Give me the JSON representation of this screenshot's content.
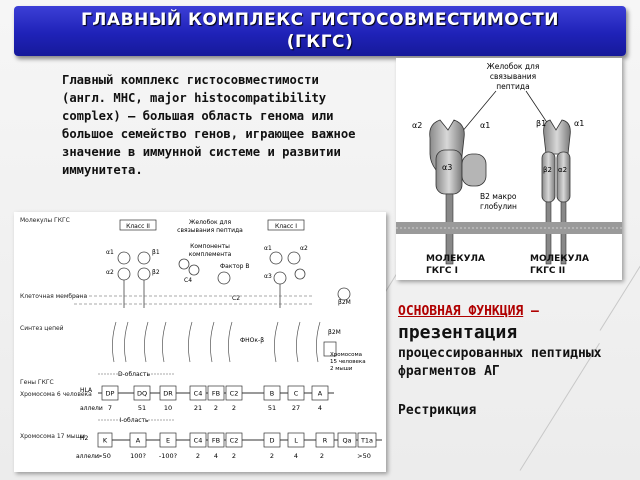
{
  "title": {
    "line1": "ГЛАВНЫЙ КОМПЛЕКС ГИСТОСОВМЕСТИМОСТИ",
    "line2": "(ГКГС)"
  },
  "intro": "Главный комплекс гистосовместимости (англ. MHC, major histocompatibility complex) — большая область генома или большое семейство генов, играющее важное значение в иммунной системе и развитии иммунитета.",
  "mhc_figure": {
    "groove_label_1": "Желобок для",
    "groove_label_2": "связывания",
    "groove_label_3": "пептида",
    "a2": "α2",
    "a1": "α1",
    "a3": "α3",
    "b1": "β1",
    "b2": "β2",
    "b2m_1": "B2 макро",
    "b2m_2": "глобулин",
    "class1_1": "МОЛЕКУЛА",
    "class1_2": "ГКГС I",
    "class2_1": "МОЛЕКУЛА",
    "class2_2": "ГКГС II"
  },
  "genome_figure": {
    "left_labels": {
      "mhc_molecules": "Молекулы ГКГС",
      "cell_membrane": "Клеточная мембрана",
      "chain_synthesis": "Синтез цепей",
      "mhc_genes": "Гены ГКГС",
      "chr6": "Хромосома 6 человека",
      "chr17": "Хромосома 17 мыши"
    },
    "class2": "Класс II",
    "class1": "Класс I",
    "groove_1": "Желобок для",
    "groove_2": "связывания пептида",
    "complement_1": "Компоненты",
    "complement_2": "комплемента",
    "factor_b": "Фактор В",
    "c4": "C4",
    "c2": "C2",
    "tnf": "ФНОк-β",
    "b2m": "β2M",
    "b2m_note_1": "Хромосома",
    "b2m_note_2": "15 человека",
    "b2m_note_3": "2 мыши",
    "a1": "α1",
    "b1": "β1",
    "a2": "α2",
    "b2": "β2",
    "a3": "α3",
    "a1c": "α1",
    "a2c": "α2",
    "d_region": "D-область",
    "i_region": "I-область",
    "hla": "HLA",
    "alleles": "аллели",
    "human_genes": [
      "DP",
      "DQ",
      "DR",
      "C4",
      "FB",
      "C2",
      "B",
      "C",
      "A"
    ],
    "human_alleles": [
      "7",
      "51",
      "10",
      "21",
      "2",
      "2",
      "51",
      "27",
      "4"
    ],
    "mouse_k": "K",
    "mouse_genes": [
      "A",
      "E",
      "C4",
      "FB",
      "C2",
      "D",
      "L"
    ],
    "mouse_extra": [
      "R",
      "Qa",
      "T1a"
    ],
    "h2": "H2",
    "mouse_alleles": [
      ">50",
      "100?",
      "-100?",
      "2",
      "4",
      "2",
      "2",
      "4",
      "2",
      ">50"
    ]
  },
  "function": {
    "head": "ОСНОВНАЯ ФУНКЦИЯ",
    "dash": " –",
    "big": "презентация",
    "body": "процессированных пептидных фрагментов АГ",
    "restriction": "Рестрикция"
  }
}
